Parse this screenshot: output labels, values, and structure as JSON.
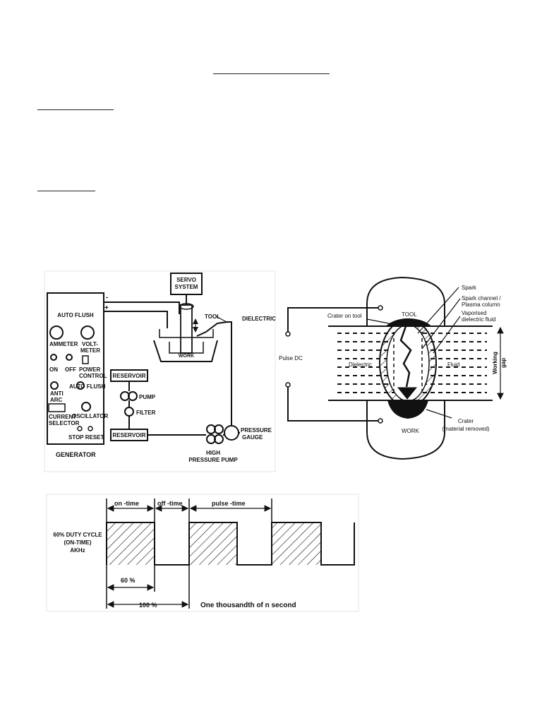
{
  "figure1": {
    "generator": {
      "auto_flush_top": "AUTO FLUSH",
      "ammeter": "AMMETER",
      "voltmeter_1": "VOLT-",
      "voltmeter_2": "METER",
      "on": "ON",
      "off": "OFF",
      "power_control_1": "POWER",
      "power_control_2": "CONTROL",
      "anti_arc_1": "ANTI",
      "anti_arc_2": "ARC",
      "auto_flush": "AUTO FLUSH",
      "current_selector_1": "CURRENT",
      "current_selector_2": "SELECTOR",
      "oscillator": "OSCILLATOR",
      "stop_reset": "STOP RESET",
      "caption": "GENERATOR"
    },
    "minus": "-",
    "plus": "+",
    "servo_1": "SERVO",
    "servo_2": "SYSTEM",
    "tool": "TOOL",
    "dielectric": "DIELECTRIC",
    "work": "WORK",
    "reservoir_top": "RESERVOIR",
    "pump": "PUMP",
    "filter": "FILTER",
    "reservoir_bottom": "RESERVOIR",
    "pressure_gauge_1": "PRESSURE",
    "pressure_gauge_2": "GAUGE",
    "hp_pump_1": "HIGH",
    "hp_pump_2": "PRESSURE PUMP"
  },
  "figure2": {
    "spark": "Spark",
    "spark_channel_1": "Spark channel /",
    "spark_channel_2": "Plasma column",
    "vaporised_1": "Vaporised",
    "vaporised_2": "dielectric fluid",
    "crater_on_tool": "Crater on tool",
    "tool": "TOOL",
    "pulse_dc": "Pulse DC",
    "dielectric": "Dielectric",
    "fluid": "Fluid",
    "working_gap_1": "Working",
    "working_gap_2": "gap",
    "crater_1": "Crater",
    "crater_2": "(material removed)",
    "work": "WORK"
  },
  "figure3": {
    "on_time": "on -time",
    "off_time": "off -time",
    "pulse_time": "pulse -time",
    "duty_1": "60% DUTY CYCLE",
    "duty_2": "(ON-TIME)",
    "duty_3": "AKHz",
    "pct_60": "60 %",
    "pct_100": "100 %",
    "period_note": "One thousandth of n second"
  }
}
